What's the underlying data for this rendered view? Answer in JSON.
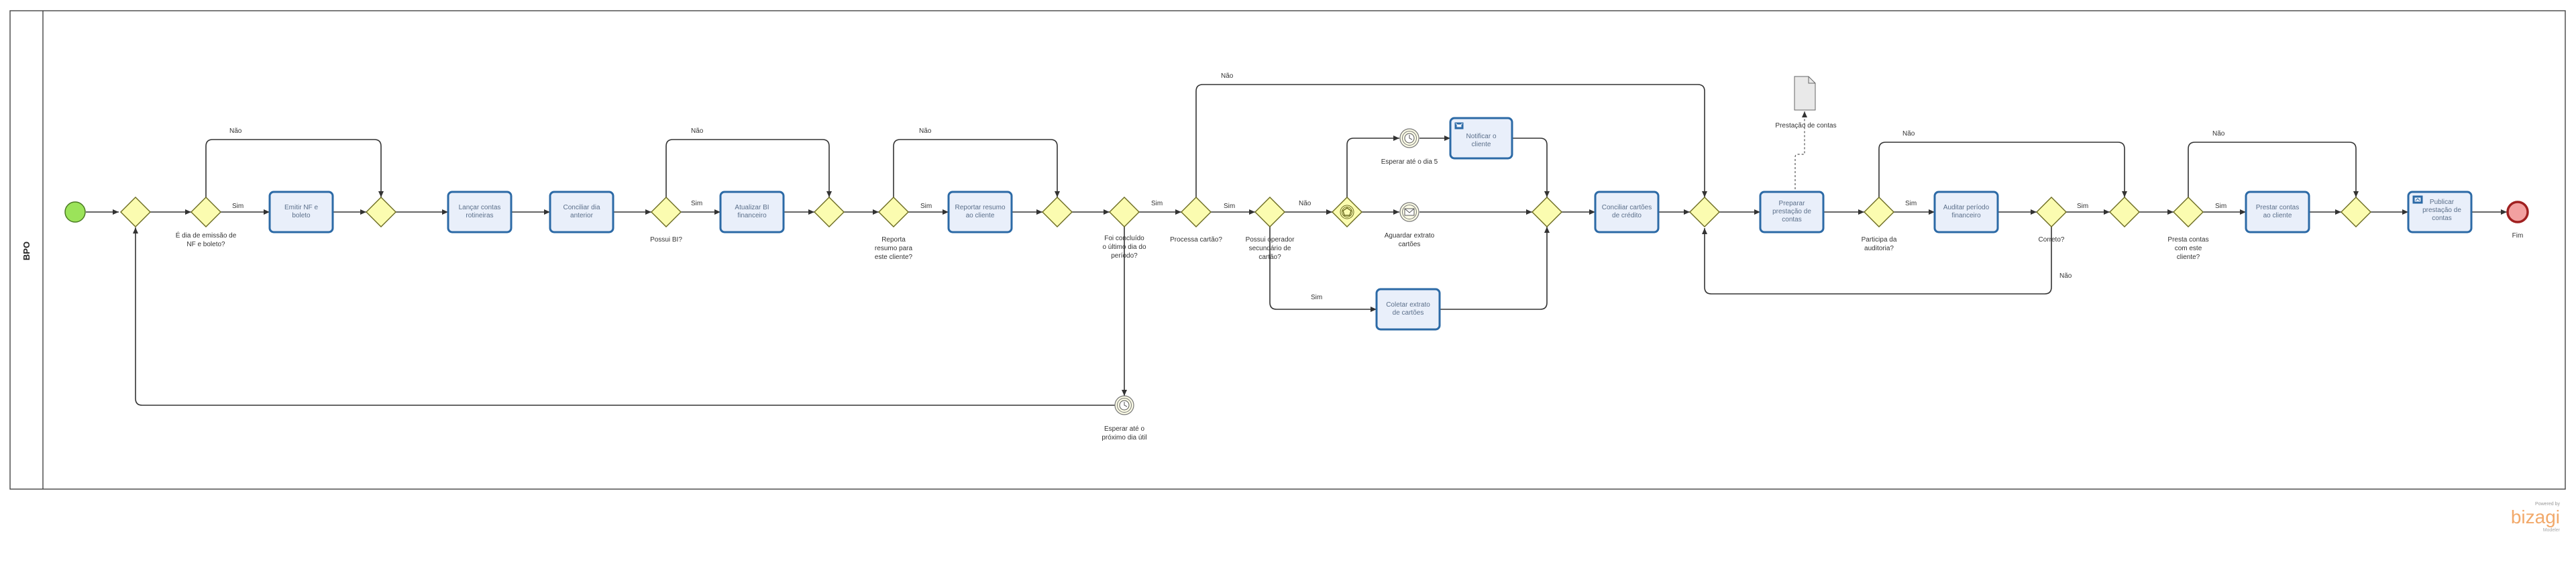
{
  "pool": {
    "title": "BPO"
  },
  "events": {
    "start": "",
    "end": "Fim",
    "wait_next_day": "Esperar até o próximo dia útil",
    "wait_day5": "Esperar até o dia 5",
    "wait_statement": "Aguardar extrato cartões"
  },
  "tasks": {
    "t_nf": "Emitir NF e boleto",
    "t_lancar": "Lançar contas rotineiras",
    "t_conciliar_dia": "Conciliar dia anterior",
    "t_bi": "Atualizar BI financeiro",
    "t_reportar": "Reportar resumo ao cliente",
    "t_notificar": "Notificar o cliente",
    "t_coletar": "Coletar extrato de cartões",
    "t_conciliar_cartoes": "Conciliar cartões de crédito",
    "t_preparar": "Preparar prestação de contas",
    "t_auditar": "Auditar período financeiro",
    "t_prestar": "Prestar contas ao cliente",
    "t_publicar": "Publicar prestação de contas"
  },
  "gateways": {
    "g_nf": "É dia de emissão de NF e boleto?",
    "g_bi": "Possui BI?",
    "g_reporta": "Reporta resumo para este cliente?",
    "g_concluido": "Foi concluído o último dia do período?",
    "g_cartao": "Processa cartão?",
    "g_operador": "Possui operador secundário de cartão?",
    "g_auditoria": "Participa da auditoria?",
    "g_correto": "Correto?",
    "g_presta": "Presta contas com este cliente?"
  },
  "flow_labels": {
    "yes": "Sim",
    "no": "Não"
  },
  "artifacts": {
    "data_object": "Prestação de contas"
  },
  "branding": {
    "powered_by": "Powered by",
    "logo": "bizagi",
    "sub": "Modeler"
  },
  "colors": {
    "task_stroke": "#2c6aa6",
    "task_fill": "#e9effa",
    "gateway_fill": "#fbfcb0",
    "start": "#9be35a",
    "end": "#f2a0a0"
  }
}
